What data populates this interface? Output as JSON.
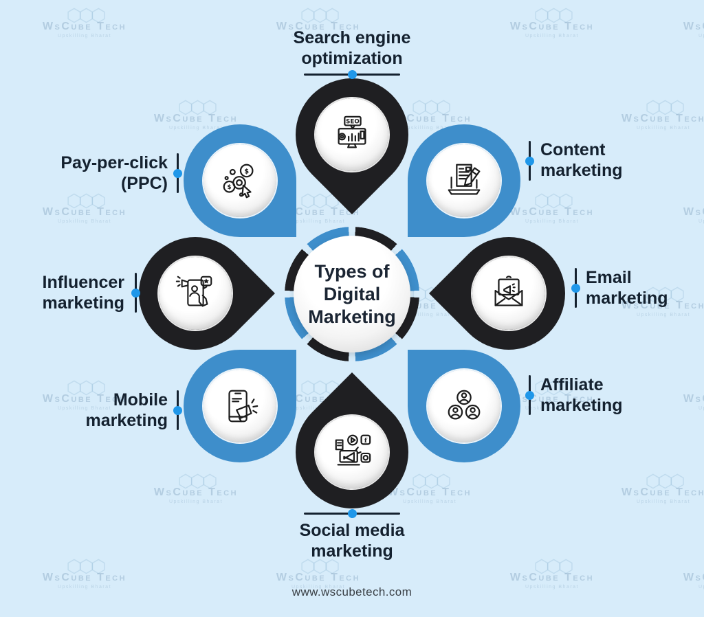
{
  "center": {
    "title": "Types of\nDigital\nMarketing"
  },
  "items": [
    {
      "id": "seo",
      "label": "Search engine\noptimization",
      "icon": "seo-icon",
      "petal_color": "black",
      "position": "top"
    },
    {
      "id": "content",
      "label": "Content\nmarketing",
      "icon": "content-marketing-icon",
      "petal_color": "blue",
      "position": "top-right"
    },
    {
      "id": "email",
      "label": "Email\nmarketing",
      "icon": "email-marketing-icon",
      "petal_color": "black",
      "position": "right"
    },
    {
      "id": "affiliate",
      "label": "Affiliate\nmarketing",
      "icon": "affiliate-marketing-icon",
      "petal_color": "blue",
      "position": "bottom-right"
    },
    {
      "id": "social",
      "label": "Social media\nmarketing",
      "icon": "social-media-marketing-icon",
      "petal_color": "black",
      "position": "bottom"
    },
    {
      "id": "mobile",
      "label": "Mobile\nmarketing",
      "icon": "mobile-marketing-icon",
      "petal_color": "blue",
      "position": "bottom-left"
    },
    {
      "id": "influencer",
      "label": "Influencer\nmarketing",
      "icon": "influencer-marketing-icon",
      "petal_color": "black",
      "position": "left"
    },
    {
      "id": "ppc",
      "label": "Pay-per-click\n(PPC)",
      "icon": "ppc-icon",
      "petal_color": "blue",
      "position": "top-left"
    }
  ],
  "footer": {
    "website": "www.wscubetech.com"
  },
  "watermark": {
    "brand": "WsCube Tech",
    "tagline": "Upskilling Bharat"
  },
  "colors": {
    "background": "#d7ecfa",
    "petal_black": "#1f1f22",
    "petal_blue": "#3e8ecb",
    "accent_dot": "#1f97e9",
    "label_text": "#14212f",
    "icon_stroke": "#1c1c1c"
  }
}
